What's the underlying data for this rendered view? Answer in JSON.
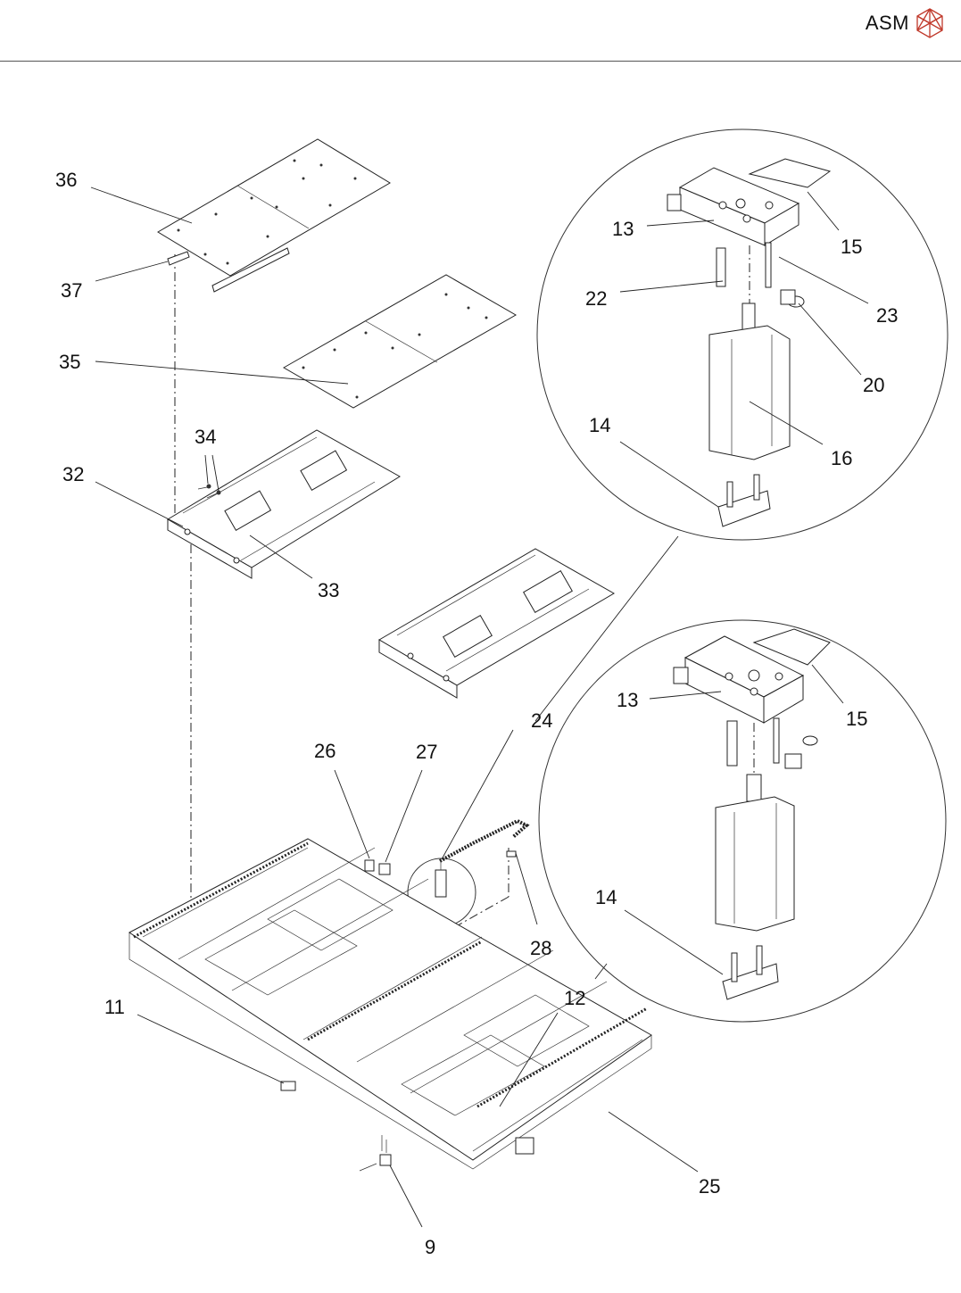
{
  "header": {
    "brand_name": "ASM",
    "brand_color": "#c0392b",
    "logo_icon": "asm-polyhedron-logo"
  },
  "figure": {
    "type": "exploded-parts-diagram",
    "callouts": {
      "c36": "36",
      "c37": "37",
      "c35": "35",
      "c34": "34",
      "c32": "32",
      "c33": "33",
      "c13a": "13",
      "c15a": "15",
      "c22": "22",
      "c23": "23",
      "c20": "20",
      "c14a": "14",
      "c16": "16",
      "c24": "24",
      "c13b": "13",
      "c15b": "15",
      "c14b": "14",
      "c26": "26",
      "c27": "27",
      "c28": "28",
      "c12": "12",
      "c11": "11",
      "c25": "25",
      "c9": "9"
    }
  }
}
